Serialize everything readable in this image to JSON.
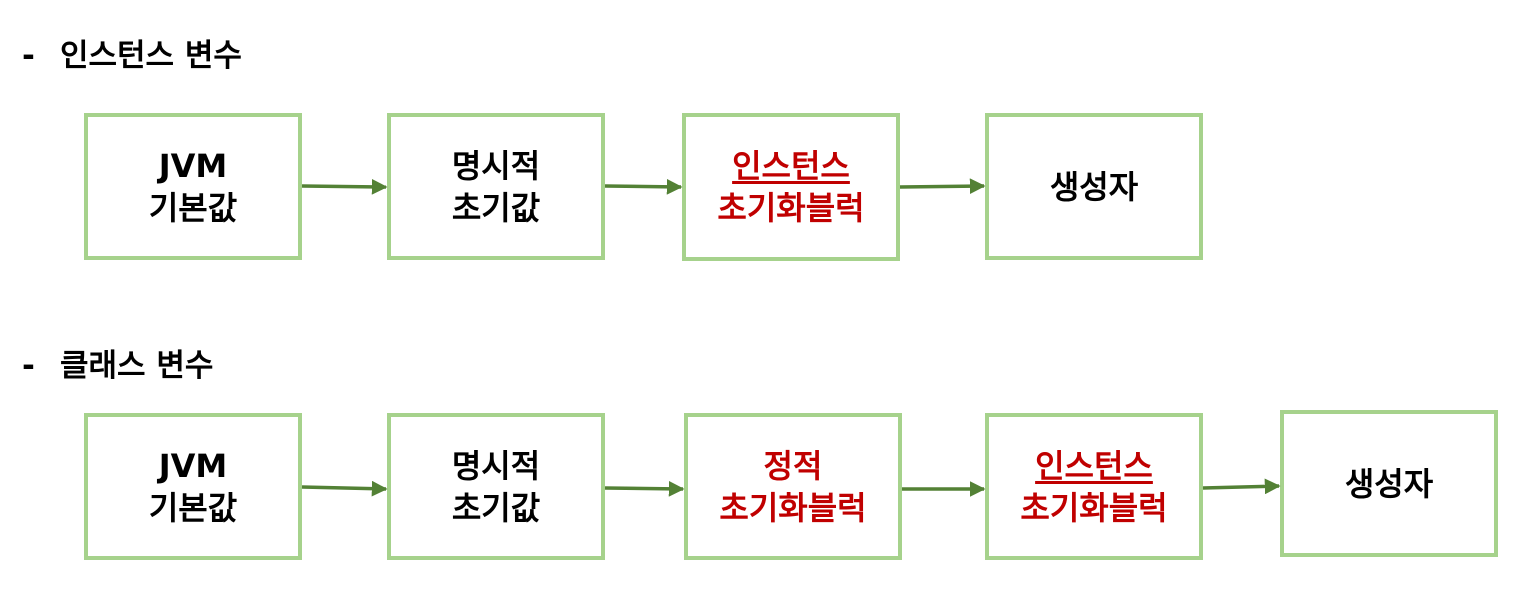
{
  "sections": [
    {
      "heading_dash": "-",
      "heading": "인스턴스 변수",
      "boxes": [
        {
          "lines": [
            "JVM",
            "기본값"
          ],
          "color": "#000000"
        },
        {
          "lines": [
            "명시적",
            "초기값"
          ],
          "color": "#000000"
        },
        {
          "lines": [
            "인스턴스",
            "초기화블럭"
          ],
          "color": "#c00000"
        },
        {
          "lines": [
            "생성자"
          ],
          "color": "#000000"
        }
      ]
    },
    {
      "heading_dash": "-",
      "heading": "클래스 변수",
      "boxes": [
        {
          "lines": [
            "JVM",
            "기본값"
          ],
          "color": "#000000"
        },
        {
          "lines": [
            "명시적",
            "초기값"
          ],
          "color": "#000000"
        },
        {
          "lines": [
            "정적",
            "초기화블럭"
          ],
          "color": "#c00000"
        },
        {
          "lines": [
            "인스턴스",
            "초기화블럭"
          ],
          "color": "#c00000"
        },
        {
          "lines": [
            "생성자"
          ],
          "color": "#000000"
        }
      ]
    }
  ],
  "colors": {
    "box_border": "#a6d28c",
    "arrow": "#538135",
    "highlight_text": "#c00000"
  }
}
